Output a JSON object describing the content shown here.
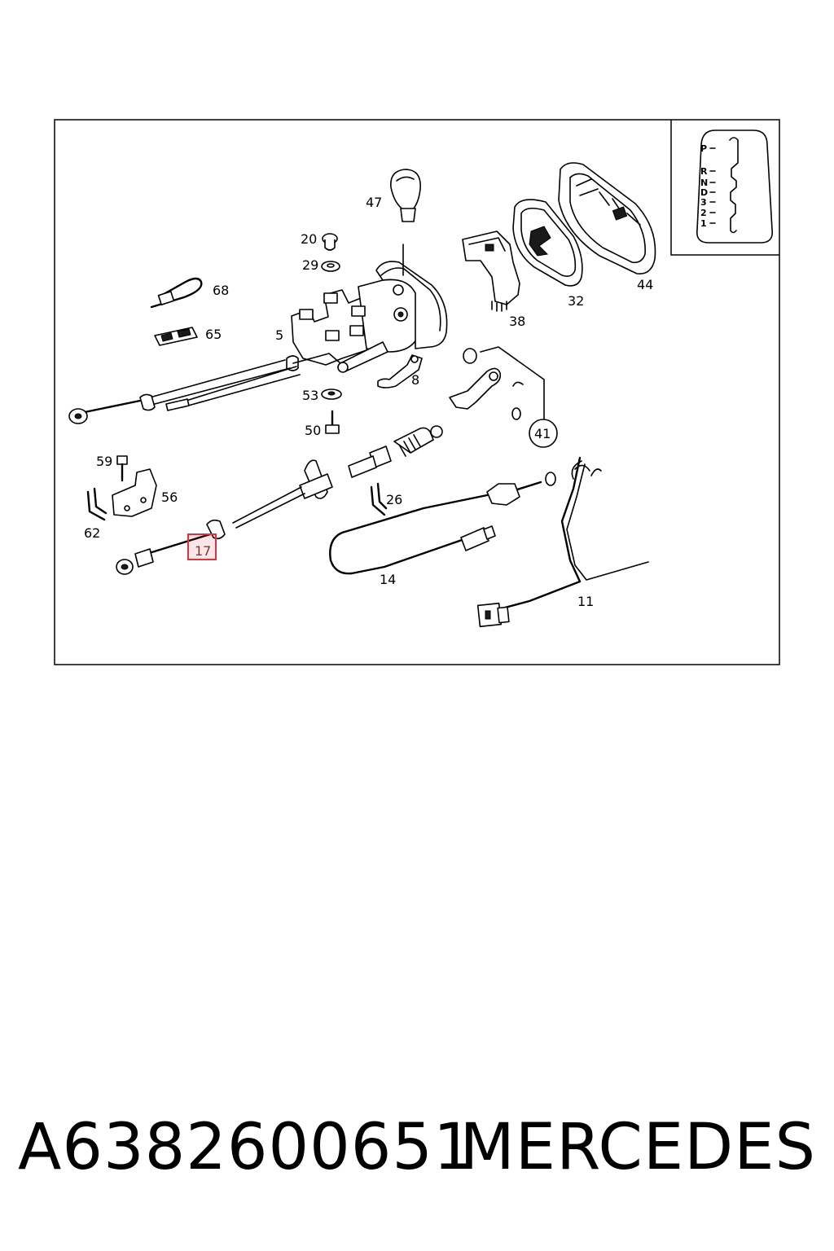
{
  "labels": {
    "l47": "47",
    "l20": "20",
    "l29": "29",
    "l68": "68",
    "l65": "65",
    "l5": "5",
    "l38": "38",
    "l32": "32",
    "l44": "44",
    "l8": "8",
    "l53": "53",
    "l50": "50",
    "l41": "41",
    "l59": "59",
    "l56": "56",
    "l62": "62",
    "l26": "26",
    "l14": "14",
    "l11": "11",
    "l17": "17"
  },
  "gate": [
    "P",
    "R",
    "N",
    "D",
    "3",
    "2",
    "1"
  ],
  "highlight": {
    "color": "#e0323c"
  },
  "caption": {
    "part_number": "A6382600651",
    "brand": "MERCEDES"
  }
}
